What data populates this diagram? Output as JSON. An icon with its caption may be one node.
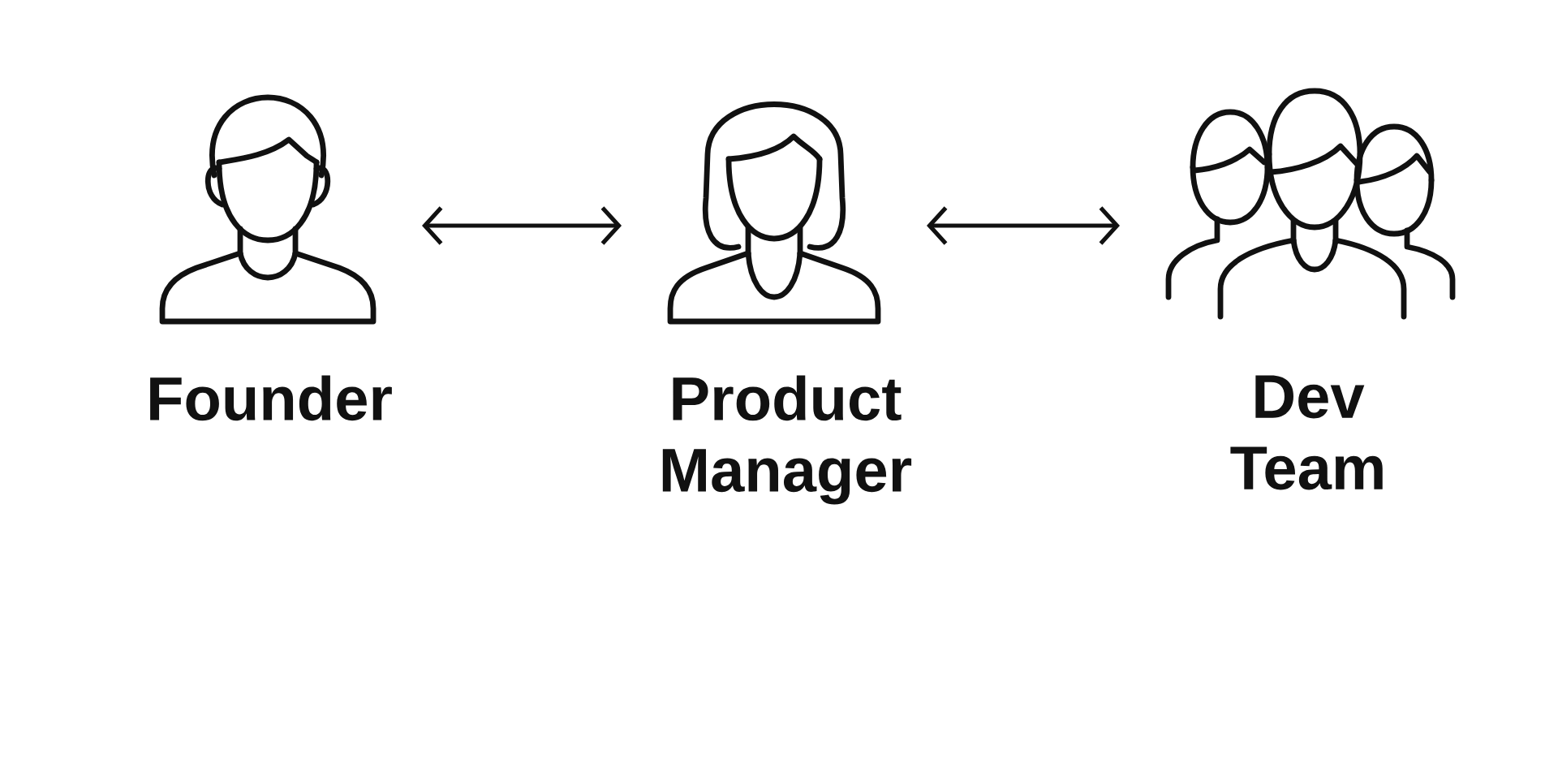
{
  "diagram": {
    "nodes": [
      {
        "text": [
          "Founder"
        ]
      },
      {
        "text": [
          "Product Manager"
        ]
      },
      {
        "text": [
          "Dev Team"
        ]
      }
    ],
    "edges": [
      {
        "from": 0,
        "to": 1,
        "arrow": "both"
      },
      {
        "from": 1,
        "to": 2,
        "arrow": "both"
      }
    ]
  }
}
